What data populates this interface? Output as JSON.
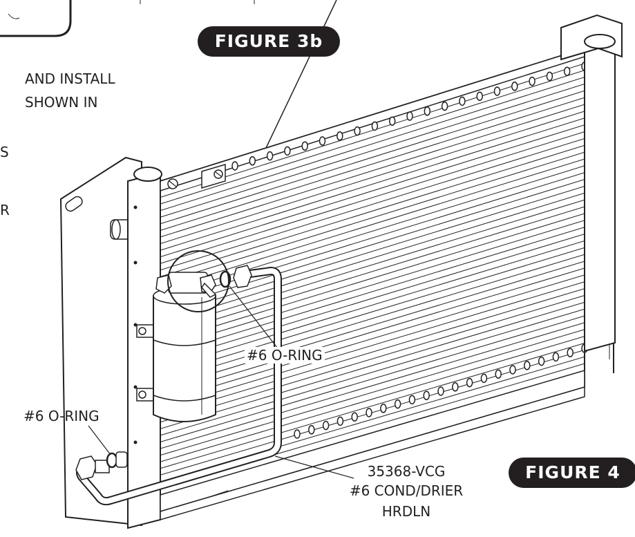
{
  "figure_3b": "FIGURE 3b",
  "figure_4": "FIGURE 4",
  "instruction_lines": [
    "AND INSTALL",
    "SHOWN IN"
  ],
  "clipped_text": [
    "S",
    "R"
  ],
  "oring_upper": "#6 O-RING",
  "oring_lower": "#6 O-RING",
  "part": {
    "number": "35368-VCG",
    "desc1": "#6 COND/DRIER",
    "desc2": "HRDLN"
  },
  "colors": {
    "ink": "#231f20",
    "badge_bg": "#231f20",
    "badge_text": "#ffffff"
  }
}
